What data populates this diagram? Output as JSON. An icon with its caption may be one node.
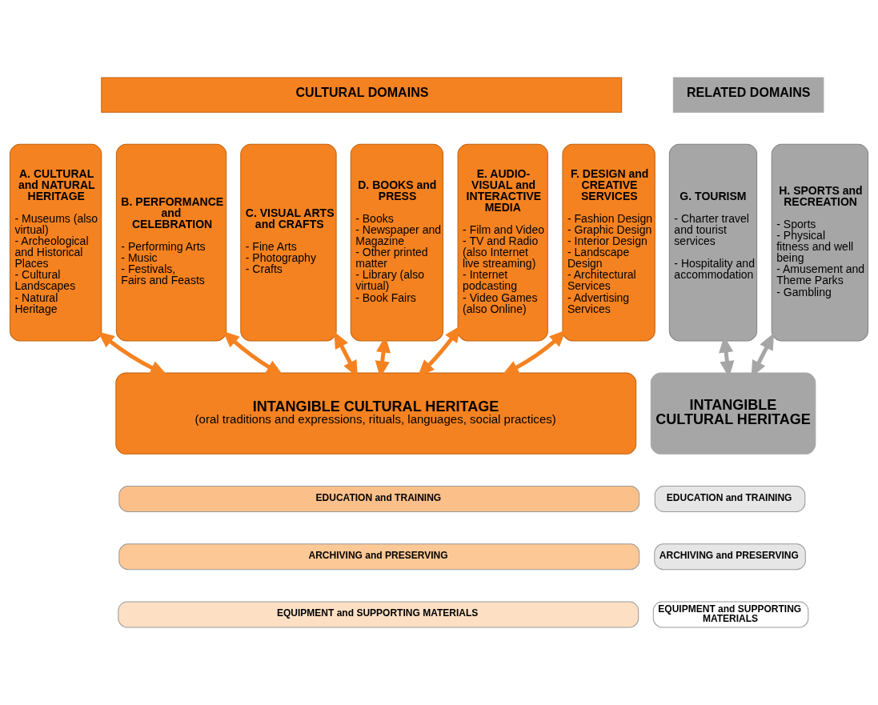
{
  "diagram": {
    "nodes": [
      {
        "text": [
          "CULTURAL DOMAINS"
        ]
      },
      {
        "text": [
          "RELATED DOMAINS"
        ]
      },
      {
        "text": [
          "A. CULTURAL and NATURAL HERITAGE",
          "- Museums (also virtual)",
          "- Archeological and Historical Places",
          "- Cultural Landscapes",
          "- Natural Heritage"
        ]
      },
      {
        "text": [
          "B. PERFORMANCE and CELEBRATION",
          "- Performing Arts",
          "- Music",
          "- Festivals, Fairs and Feasts"
        ]
      },
      {
        "text": [
          "C. VISUAL ARTS and CRAFTS",
          "- Fine Arts",
          "- Photography",
          "- Crafts"
        ]
      },
      {
        "text": [
          "D. BOOKS and PRESS",
          "- Books",
          "- Newspaper and Magazine",
          "- Other printed matter",
          "- Library (also virtual)",
          "- Book Fairs"
        ]
      },
      {
        "text": [
          "E. AUDIO-VISUAL and INTERACTIVE MEDIA",
          "- Film and Video",
          "- TV and Radio (also Internet live streaming)",
          "- Internet podcasting",
          "- Video Games (also Online)"
        ]
      },
      {
        "text": [
          "F. DESIGN and CREATIVE SERVICES",
          "- Fashion Design",
          "- Graphic Design",
          "- Interior Design",
          "- Landscape Design",
          "- Architectural Services",
          "- Advertising Services"
        ]
      },
      {
        "text": [
          "G. TOURISM",
          "- Charter travel and tourist services",
          "- Hospitality and accommodation"
        ]
      },
      {
        "text": [
          "H. SPORTS and RECREATION",
          "- Sports",
          "- Physical fitness and well being",
          "- Amusement and Theme Parks",
          "- Gambling"
        ]
      },
      {
        "text": [
          "INTANGIBLE CULTURAL HERITAGE",
          "(oral traditions and expressions, rituals, languages, social practices)"
        ]
      },
      {
        "text": [
          "INTANGIBLE CULTURAL HERITAGE"
        ]
      },
      {
        "text": [
          "EDUCATION and TRAINING"
        ]
      },
      {
        "text": [
          "ARCHIVING and PRESERVING"
        ]
      },
      {
        "text": [
          "EQUIPMENT and SUPPORTING MATERIALS"
        ]
      },
      {
        "text": [
          "EDUCATION and TRAINING"
        ]
      },
      {
        "text": [
          "ARCHIVING and PRESERVING"
        ]
      },
      {
        "text": [
          "EQUIPMENT and SUPPORTING MATERIALS"
        ]
      }
    ],
    "edges": [
      {
        "from": 2,
        "to": 10,
        "arrow": "both"
      },
      {
        "from": 3,
        "to": 10,
        "arrow": "both"
      },
      {
        "from": 4,
        "to": 10,
        "arrow": "both"
      },
      {
        "from": 5,
        "to": 10,
        "arrow": "both"
      },
      {
        "from": 6,
        "to": 10,
        "arrow": "both"
      },
      {
        "from": 7,
        "to": 10,
        "arrow": "both"
      },
      {
        "from": 8,
        "to": 11,
        "arrow": "both",
        "color": "#a6a6a6"
      },
      {
        "from": 9,
        "to": 11,
        "arrow": "both",
        "color": "#a6a6a6"
      }
    ]
  }
}
